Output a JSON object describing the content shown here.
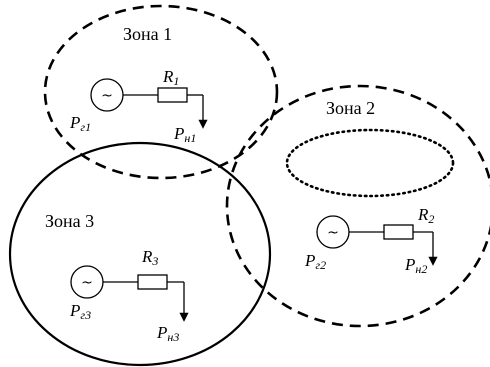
{
  "zones": [
    {
      "label": "Зона 1"
    },
    {
      "label": "Зона 2"
    },
    {
      "label": "Зона 3"
    }
  ],
  "circuits": [
    {
      "generator_symbol": "~",
      "gen_letter": "P",
      "gen_sub": "г1",
      "resistor_letter": "R",
      "resistor_sub": "1",
      "load_letter": "P",
      "load_sub": "н1"
    },
    {
      "generator_symbol": "~",
      "gen_letter": "P",
      "gen_sub": "г2",
      "resistor_letter": "R",
      "resistor_sub": "2",
      "load_letter": "P",
      "load_sub": "н2"
    },
    {
      "generator_symbol": "~",
      "gen_letter": "P",
      "gen_sub": "г3",
      "resistor_letter": "R",
      "resistor_sub": "3",
      "load_letter": "P",
      "load_sub": "н3"
    }
  ]
}
